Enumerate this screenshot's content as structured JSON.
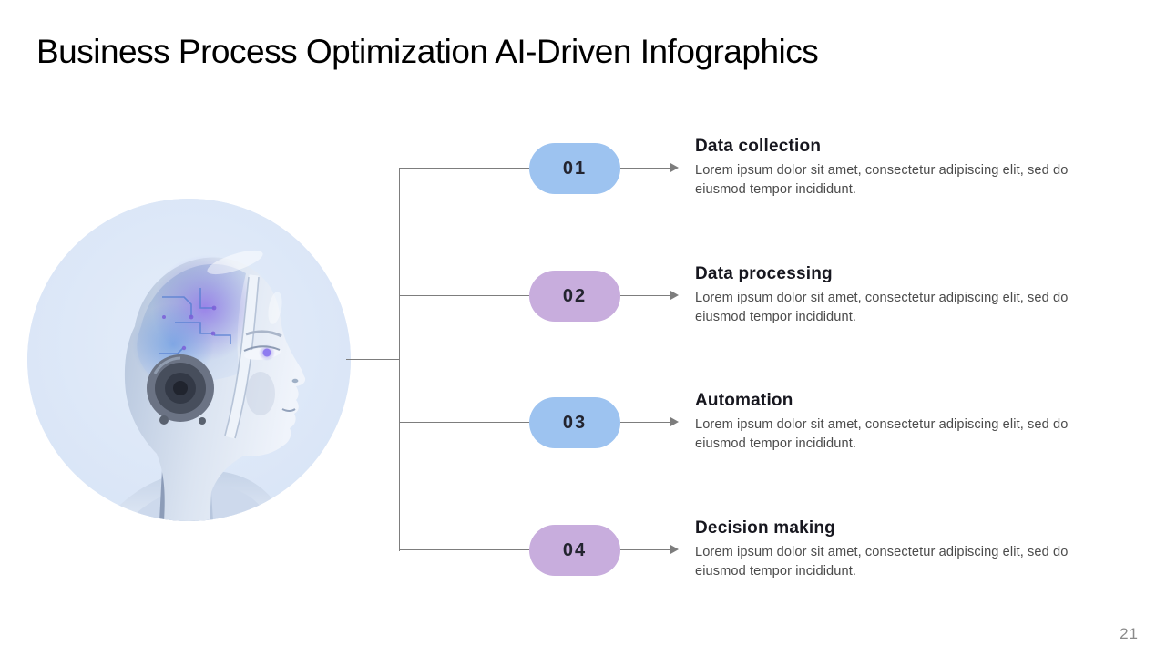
{
  "slide": {
    "title": "Business Process Optimization AI-Driven Infographics",
    "page_number": "21"
  },
  "items": [
    {
      "number": "01",
      "title": "Data collection",
      "description": "Lorem ipsum dolor sit amet, consectetur adipiscing elit, sed do eiusmod tempor incididunt.",
      "pill_color": "#9dc3f0"
    },
    {
      "number": "02",
      "title": "Data processing",
      "description": "Lorem ipsum dolor sit amet, consectetur adipiscing elit, sed do eiusmod tempor incididunt.",
      "pill_color": "#c8addd"
    },
    {
      "number": "03",
      "title": "Automation",
      "description": "Lorem ipsum dolor sit amet, consectetur adipiscing elit, sed do eiusmod tempor incididunt.",
      "pill_color": "#9dc3f0"
    },
    {
      "number": "04",
      "title": "Decision making",
      "description": "Lorem ipsum dolor sit amet, consectetur adipiscing elit, sed do eiusmod tempor incididunt.",
      "pill_color": "#c8addd"
    }
  ],
  "colors": {
    "accent_blue": "#9dc3f0",
    "accent_purple": "#c8addd",
    "connector_gray": "#7d7d7d",
    "heading_text": "#17171f",
    "body_text": "#4b4b4b",
    "image_circle_bg": "#dbe6f7"
  }
}
